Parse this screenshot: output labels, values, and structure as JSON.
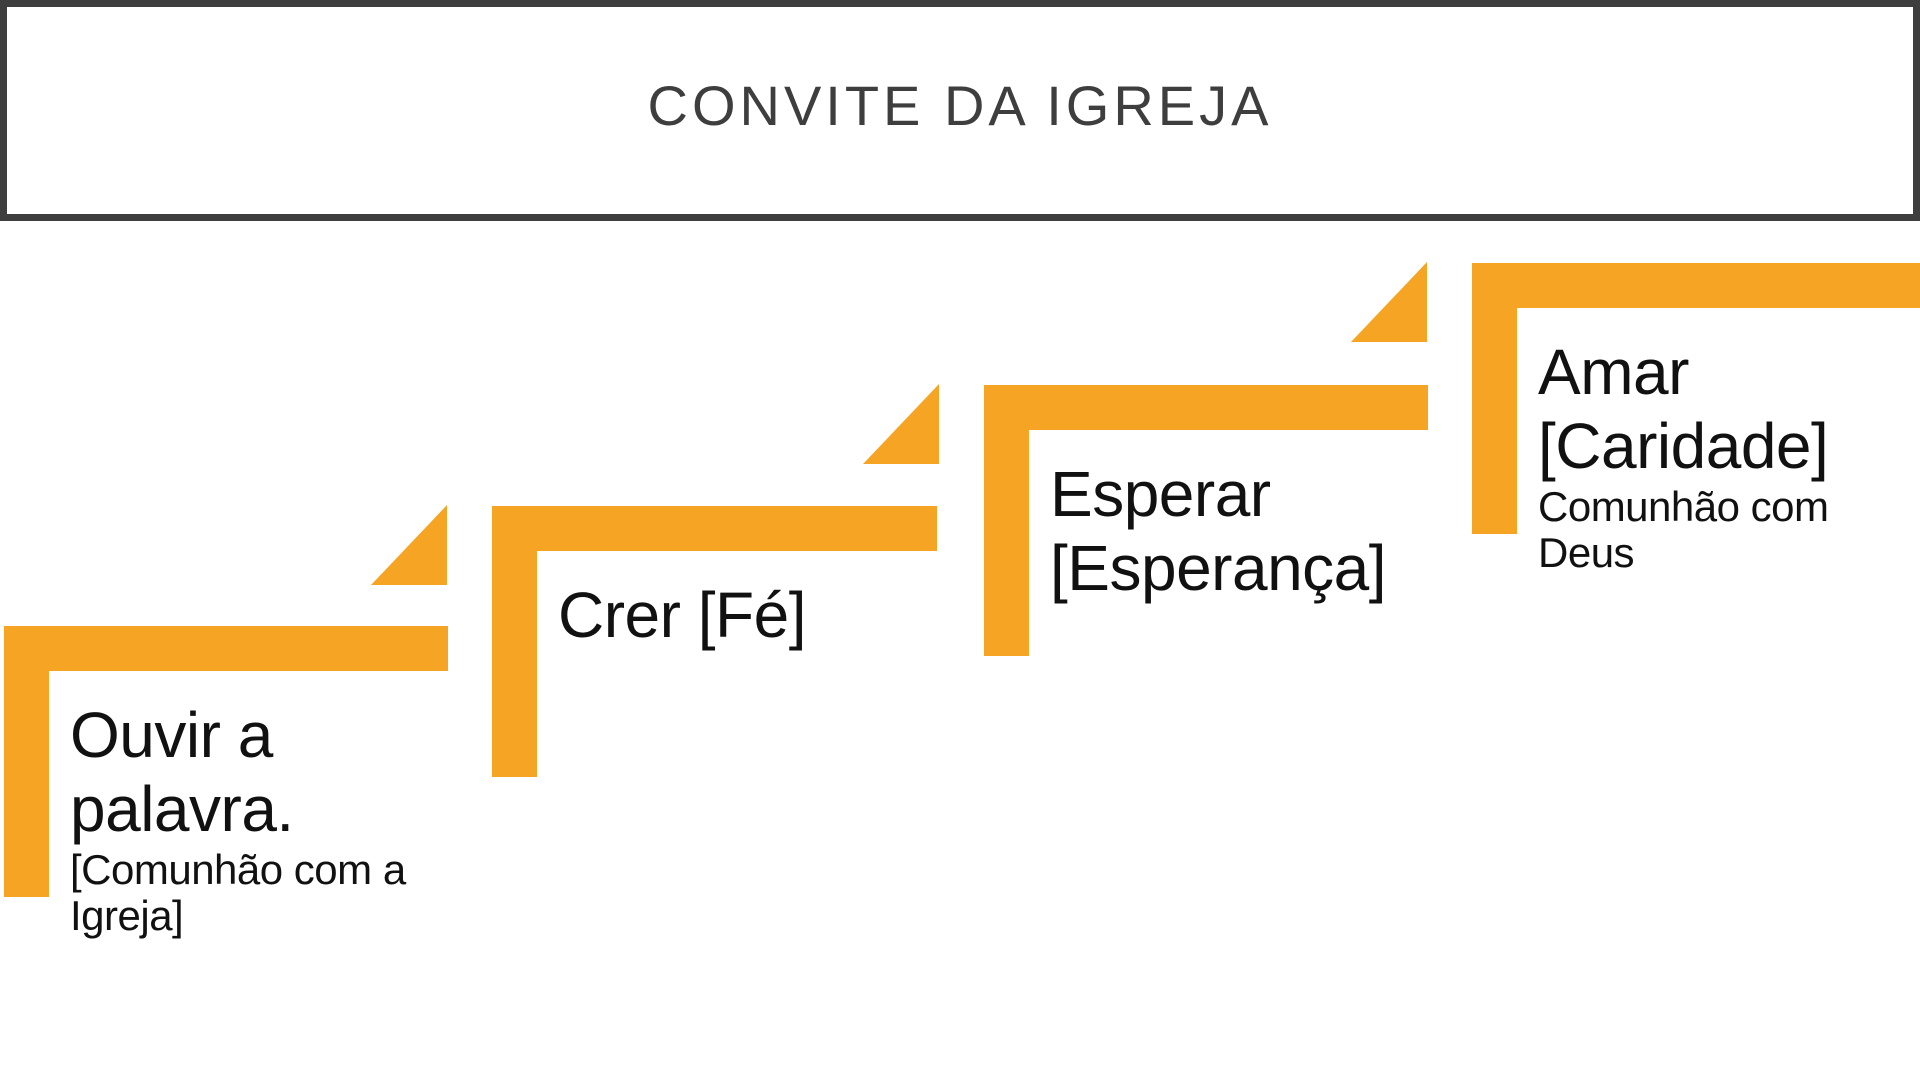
{
  "header": {
    "title": "CONVITE DA IGREJA"
  },
  "colors": {
    "accent_orange": "#F5A424",
    "frame_gray": "#3E3E3E",
    "text_black": "#111111"
  },
  "steps": [
    {
      "title": "Ouvir a\npalavra.",
      "subtitle": "[Comunhão com a\nIgreja]"
    },
    {
      "title": "Crer [Fé]"
    },
    {
      "title": "Esperar\n[Esperança]"
    },
    {
      "title": "Amar\n[Caridade]",
      "subtitle": "Comunhão com\nDeus"
    }
  ]
}
